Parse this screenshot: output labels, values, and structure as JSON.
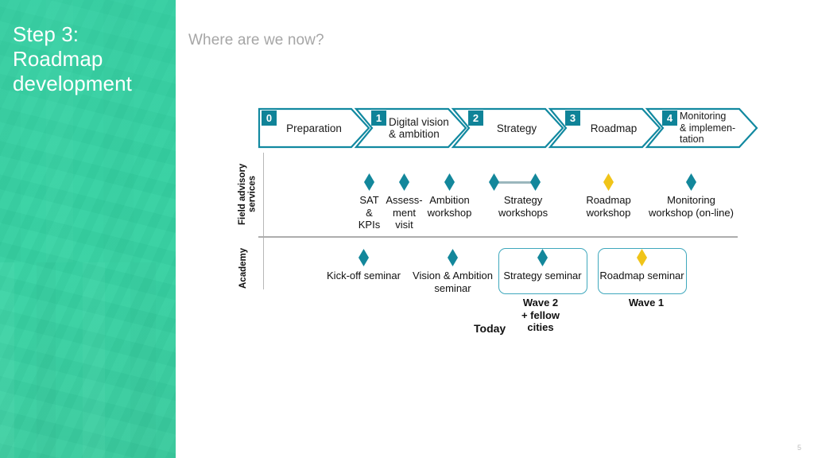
{
  "slide": {
    "title": "Step 3:\nRoadmap\ndevelopment",
    "subtitle": "Where are we now?",
    "watermark": "",
    "page_number": "5"
  },
  "colors": {
    "teal": "#13879b",
    "teal_border": "#1289a0",
    "badge": "#0f8398",
    "gold": "#f0c419",
    "panel_green": "#3ad3a4",
    "box_border": "#3fa8bd",
    "divider": "#adadad",
    "subtitle_gray": "#a6a6a6"
  },
  "process": {
    "steps": [
      {
        "number": "0",
        "label": "Preparation"
      },
      {
        "number": "1",
        "label": "Digital vision\n& ambition"
      },
      {
        "number": "2",
        "label": "Strategy"
      },
      {
        "number": "3",
        "label": "Roadmap"
      },
      {
        "number": "4",
        "label": "Monitoring\n& implemen-\ntation"
      }
    ]
  },
  "lanes": [
    {
      "name": "Field advisory\nservices"
    },
    {
      "name": "Academy"
    }
  ],
  "field_advisory_milestones": [
    {
      "label": "SAT\n&\nKPIs",
      "color": "teal"
    },
    {
      "label": "Assess-\nment\nvisit",
      "color": "teal"
    },
    {
      "label": "Ambition\nworkshop",
      "color": "teal"
    },
    {
      "label": "Strategy\nworkshops",
      "color": "teal"
    },
    {
      "label": "Roadmap\nworkshop",
      "color": "gold"
    },
    {
      "label": "Monitoring\nworkshop (on-line)",
      "color": "teal"
    }
  ],
  "academy_milestones": [
    {
      "label": "Kick-off seminar",
      "color": "teal",
      "boxed": false,
      "wave": ""
    },
    {
      "label": "Vision & Ambition\nseminar",
      "color": "teal",
      "boxed": false,
      "wave": ""
    },
    {
      "label": "Strategy seminar",
      "color": "teal",
      "boxed": true,
      "wave": "Wave 2\n+ fellow\ncities"
    },
    {
      "label": "Roadmap seminar",
      "color": "gold",
      "boxed": true,
      "wave": "Wave 1"
    }
  ],
  "annotations": {
    "today": "Today"
  }
}
